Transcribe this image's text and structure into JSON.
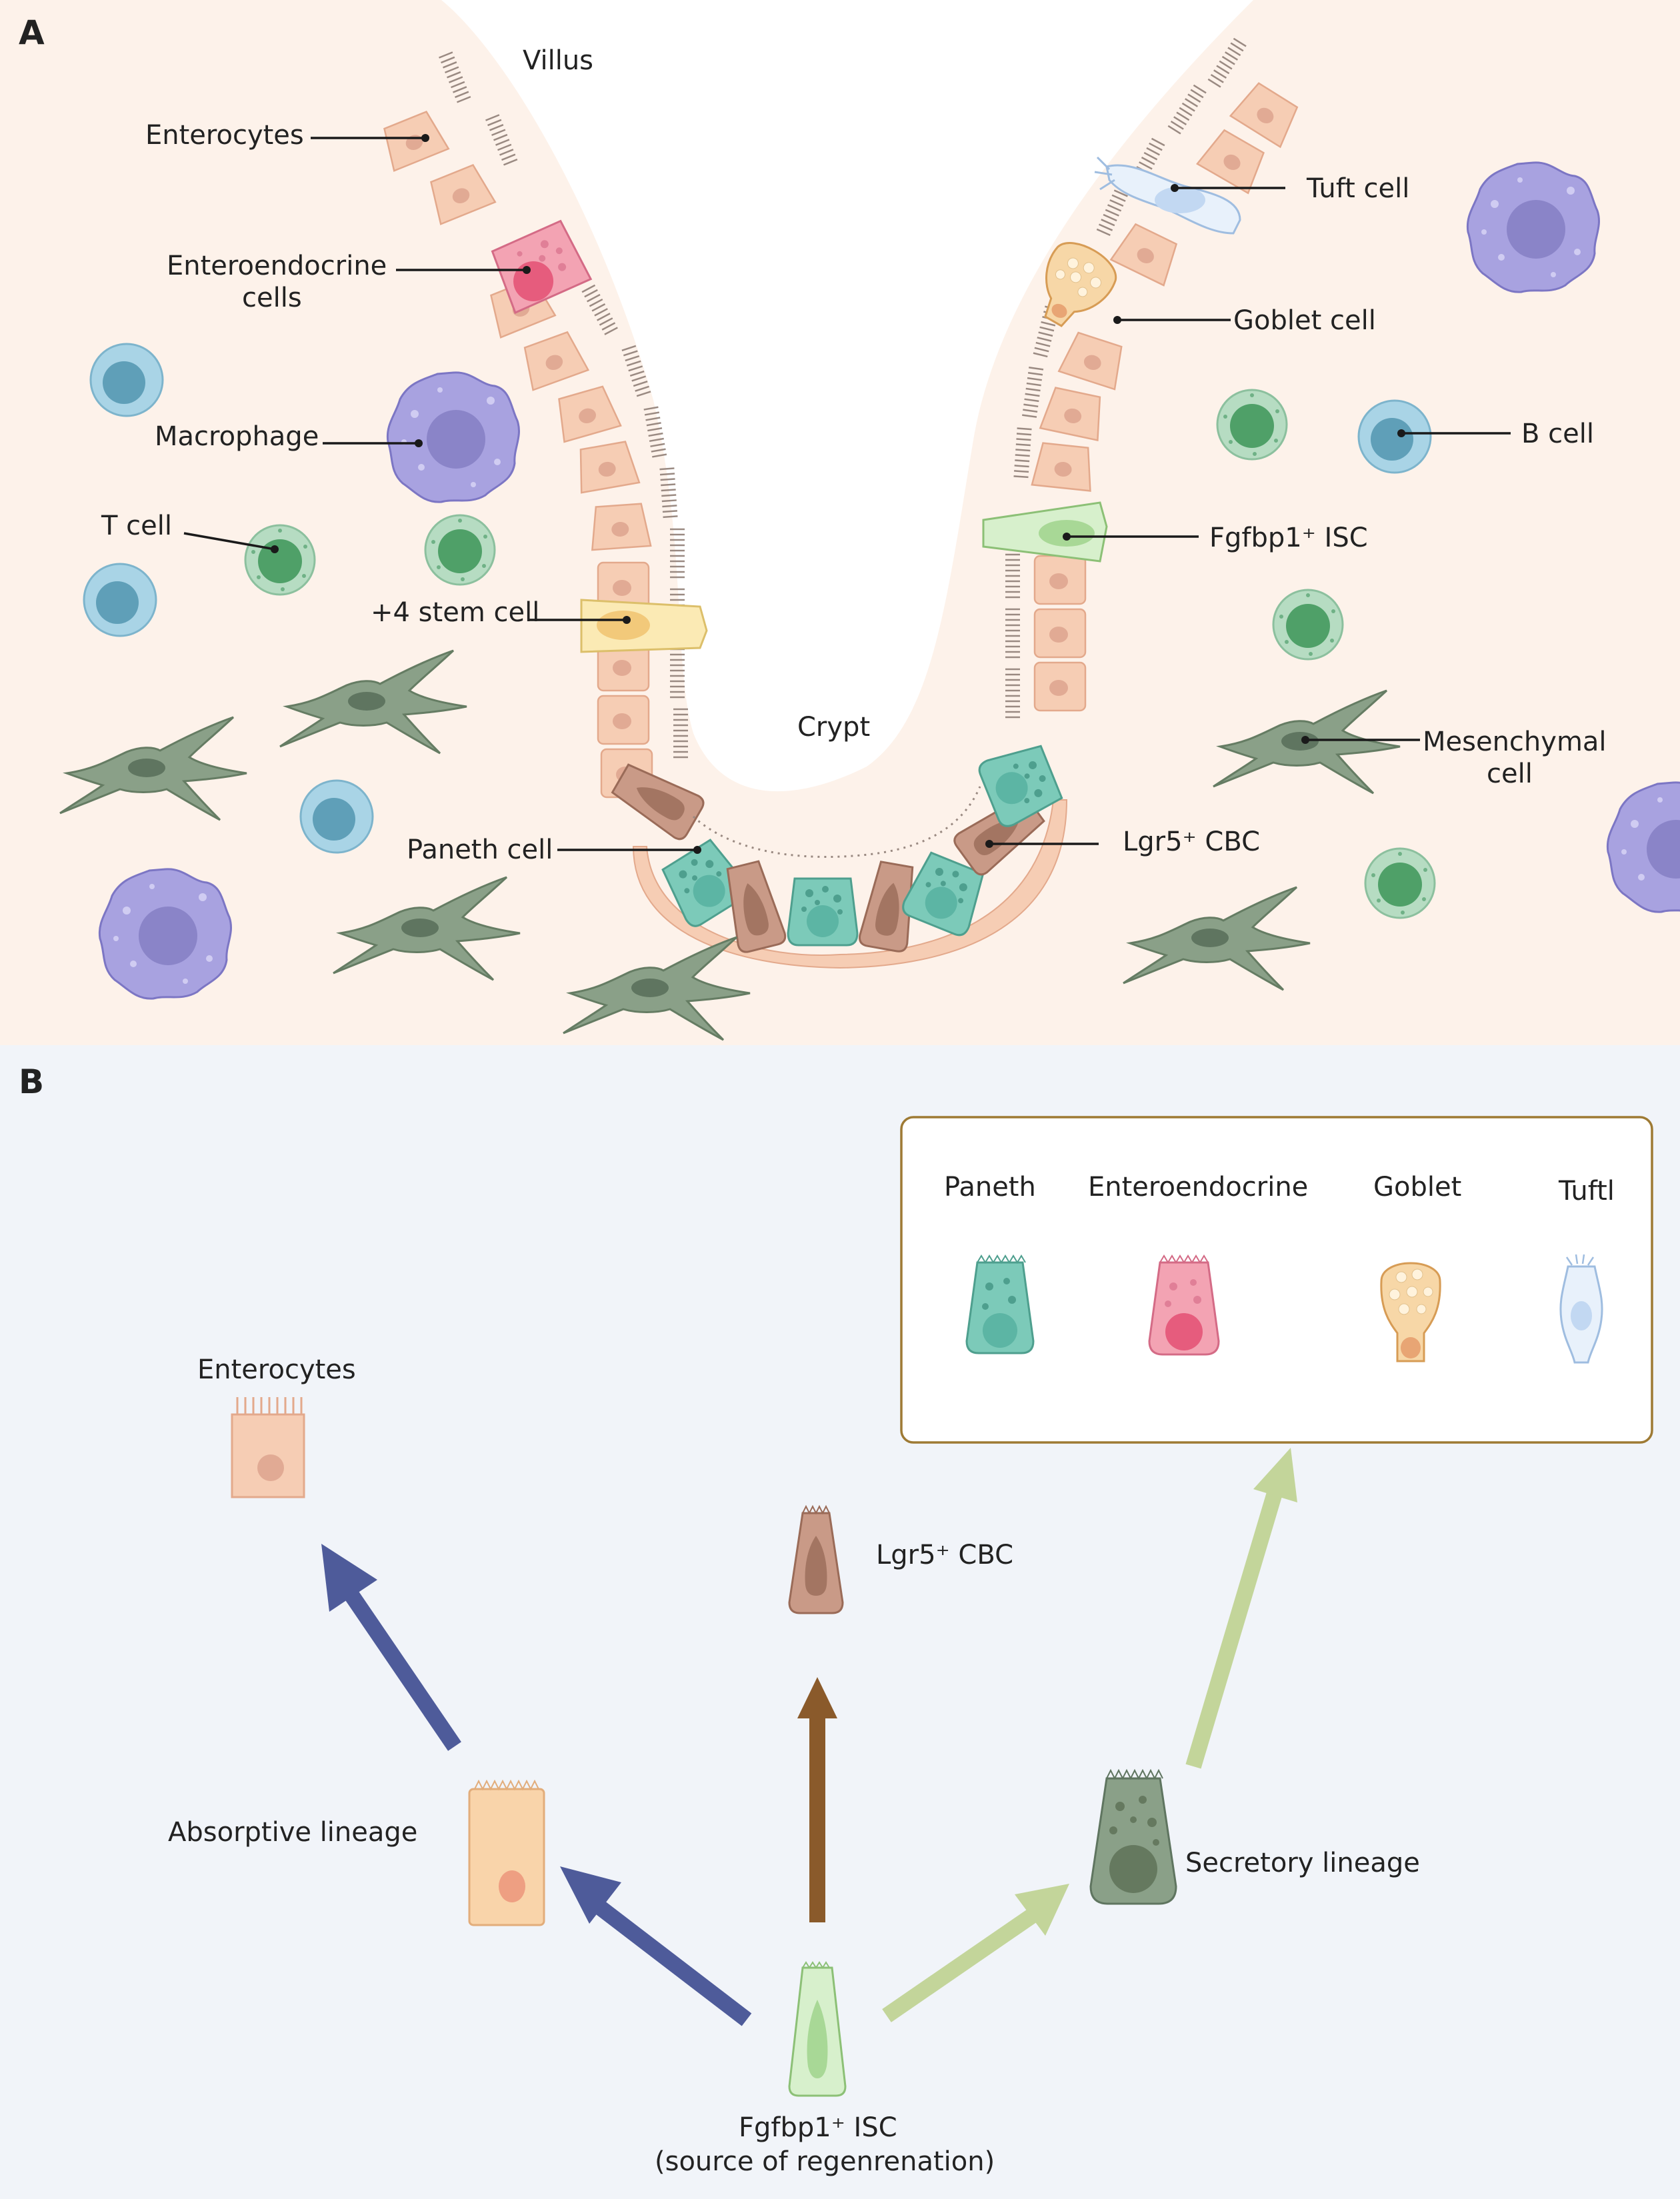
{
  "panel_a": {
    "letter": "A",
    "labels": {
      "villus": "Villus",
      "crypt": "Crypt",
      "enterocytes": "Enterocytes",
      "enteroendocrine_1": "Enteroendocrine",
      "enteroendocrine_2": "cells",
      "macrophage": "Macrophage",
      "t_cell": "T cell",
      "stem4": "+4 stem cell",
      "paneth_cell": "Paneth cell",
      "tuft_cell": "Tuft cell",
      "goblet_cell": "Goblet cell",
      "b_cell": "B cell",
      "fgfbp1_isc": "Fgfbp1⁺ ISC",
      "mesenchymal_1": "Mesenchymal",
      "mesenchymal_2": "cell",
      "lgr5_cbc": "Lgr5⁺ CBC"
    }
  },
  "panel_b": {
    "letter": "B",
    "labels": {
      "enterocytes": "Enterocytes",
      "lgr5_cbc": "Lgr5⁺ CBC",
      "absorptive": "Absorptive lineage",
      "secretory": "Secretory lineage",
      "isc_1": "Fgfbp1⁺ ISC",
      "isc_2": "(source of regenrenation)"
    },
    "box_labels": {
      "paneth": "Paneth",
      "enteroendocrine": "Enteroendocrine",
      "goblet": "Goblet",
      "tuft": "Tuftl"
    }
  },
  "colors": {
    "panel_a_bg": "#fdf2ea",
    "panel_b_bg": "#f1f4f9",
    "enterocyte": "#f6cdb4",
    "paneth": "#7ccab9",
    "cbc": "#c99a87",
    "absorptive_arrow": "#4e5b9a",
    "cbc_arrow": "#8a5a2b",
    "secretory_arrow": "#c3d59a"
  }
}
